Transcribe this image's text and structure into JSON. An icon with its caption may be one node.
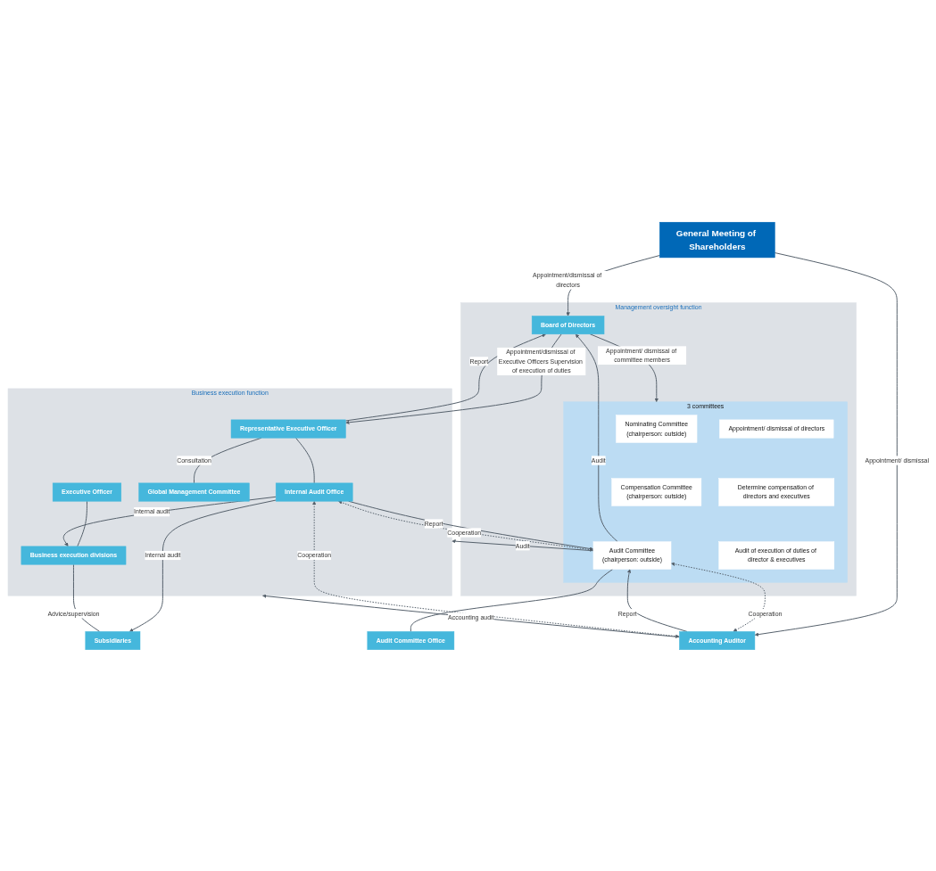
{
  "diagram": {
    "nodes": [
      {
        "text": [
          "General Meeting of Shareholders"
        ]
      },
      {
        "text": [
          "Management oversight function"
        ]
      },
      {
        "text": [
          "Board of Directors"
        ],
        "in": 1
      },
      {
        "text": [
          "3 committees"
        ],
        "in": 1
      },
      {
        "text": [
          "Nominating Committee",
          "(chairperson: outside)"
        ],
        "in": 3
      },
      {
        "text": [
          "Appointment/ dismissal of directors"
        ],
        "in": 3
      },
      {
        "text": [
          "Compensation Committee",
          "(chairperson: outside)"
        ],
        "in": 3
      },
      {
        "text": [
          "Determine compensation of directors and executives"
        ],
        "in": 3
      },
      {
        "text": [
          "Audit Committee",
          "(chairperson: outside)"
        ],
        "in": 3
      },
      {
        "text": [
          "Audit of execution of duties of director & executives"
        ],
        "in": 3
      },
      {
        "text": [
          "Audit Committee Office"
        ]
      },
      {
        "text": [
          "Accounting Auditor"
        ]
      },
      {
        "text": [
          "Business execution function"
        ]
      },
      {
        "text": [
          "Representative Executive Officer"
        ],
        "in": 12
      },
      {
        "text": [
          "Internal Audit Office"
        ],
        "in": 12
      },
      {
        "text": [
          "Global Management Committee"
        ],
        "in": 12
      },
      {
        "text": [
          "Executive Officer"
        ],
        "in": 12
      },
      {
        "text": [
          "Business execution divisions"
        ],
        "in": 12
      },
      {
        "text": [
          "Subsidiaries"
        ]
      }
    ],
    "edges": [
      {
        "from": 0,
        "to": 2,
        "arrow": "to",
        "label": "Appointment/dismissal of directors"
      },
      {
        "from": 0,
        "to": 11,
        "arrow": "to",
        "label": "Appointment/ dismissal"
      },
      {
        "from": 2,
        "to": 3,
        "arrow": "to",
        "label": "Appointment/ dismissal of committee members"
      },
      {
        "from": 8,
        "to": 2,
        "arrow": "to",
        "label": "Audit"
      },
      {
        "from": 2,
        "to": 13,
        "arrow": "to",
        "label": "Appointment/dismissal of Executive Officers Supervision of execution of duties"
      },
      {
        "from": 13,
        "to": 2,
        "arrow": "to",
        "label": "Report"
      },
      {
        "from": 8,
        "to": 10,
        "arrow": "none"
      },
      {
        "from": 8,
        "to": 12,
        "arrow": "to",
        "label": "Audit"
      },
      {
        "from": 14,
        "to": 8,
        "arrow": "to",
        "label": "Report"
      },
      {
        "from": 8,
        "to": 14,
        "arrow": "both",
        "style": "dashed",
        "label": "Cooperation"
      },
      {
        "from": 11,
        "to": 8,
        "arrow": "to",
        "label": "Report"
      },
      {
        "from": 8,
        "to": 11,
        "arrow": "both",
        "style": "dashed",
        "label": "Cooperation"
      },
      {
        "from": 11,
        "to": 14,
        "arrow": "both",
        "style": "dashed",
        "label": "Cooperation"
      },
      {
        "from": 11,
        "to": 12,
        "arrow": "to",
        "label": "Accounting audit"
      },
      {
        "from": 13,
        "to": 14,
        "arrow": "none"
      },
      {
        "from": 13,
        "to": 15,
        "arrow": "none",
        "label": "Consultation"
      },
      {
        "from": 16,
        "to": 17,
        "arrow": "none"
      },
      {
        "from": 14,
        "to": 17,
        "arrow": "to",
        "label": "Internal audit"
      },
      {
        "from": 14,
        "to": 18,
        "arrow": "to",
        "label": "Internal audit"
      },
      {
        "from": 17,
        "to": 18,
        "arrow": "none",
        "label": "Advice/supervision"
      }
    ]
  }
}
